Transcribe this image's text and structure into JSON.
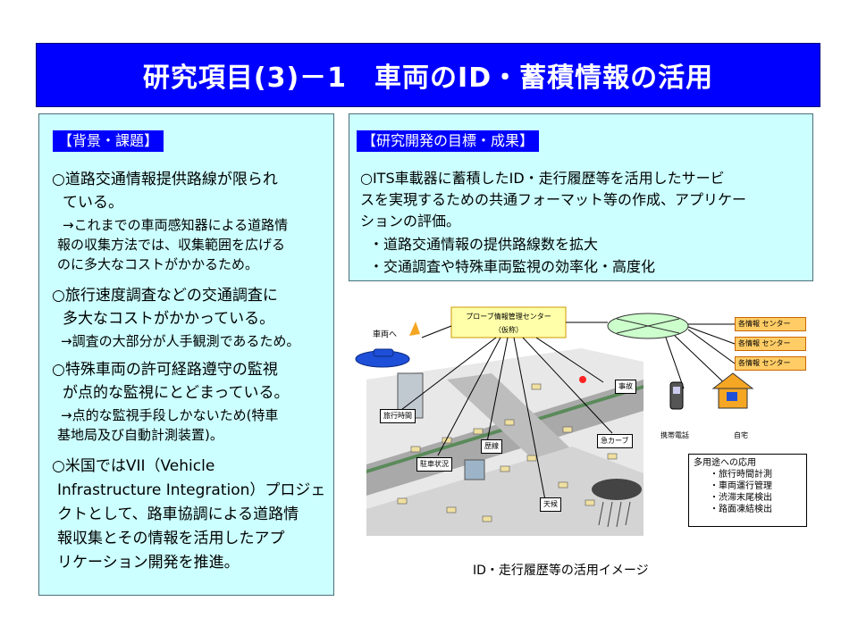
{
  "title": "研究項目(3)－1　車両のID・蓄積情報の活用",
  "left_panel": {
    "heading": "【背景・課題】",
    "lines": [
      "○道路交通情報提供路線が限られ",
      "ている。",
      "→これまでの車両感知器による道路情",
      "報の収集方法では、収集範囲を広げる",
      "のに多大なコストがかかるため。",
      "○旅行速度調査などの交通調査に",
      "多大なコストがかかっている。",
      "→調査の大部分が人手観測であるため。",
      "○特殊車両の許可経路遵守の監視",
      "が点的な監視にとどまっている。",
      "→点的な監視手段しかないため(特車",
      "基地局及び自動計測装置)。",
      "○米国ではVII（Vehicle",
      "Infrastructure Integration）プロジェ",
      "クトとして、路車協調による道路情",
      "報収集とその情報を活用したアプ",
      "リケーション開発を推進。"
    ]
  },
  "right_panel": {
    "heading": "【研究開発の目標・成果】",
    "lines": [
      "○ITS車載器に蓄積したID・走行履歴等を活用したサービ",
      "スを実現するための共通フォーマット等の作成、アプリケー",
      "ションの評価。",
      "・道路交通情報の提供路線数を拡大",
      "・交通調査や特殊車両監視の効率化・高度化"
    ]
  },
  "diagram": {
    "center_label_1": "プローブ情報管理センター",
    "center_label_2": "（仮称）",
    "vehicle_label": "車両へ",
    "info_centers": [
      "各情報 センター",
      "各情報 センター",
      "各情報 センター"
    ],
    "mobile_label": "携帯電話",
    "home_label": "自宅",
    "road_tags": [
      "旅行時間",
      "駐車状況",
      "歴線",
      "天候",
      "急カーブ",
      "事故"
    ],
    "uses": {
      "title": "多用途への応用",
      "items": [
        "・旅行時間計測",
        "・車両運行管理",
        "・渋滞末尾検出",
        "・路面凍結検出"
      ]
    },
    "caption": "ID・走行履歴等の活用イメージ"
  },
  "colors": {
    "title_bg": "#0000ff",
    "panel_bg": "#ccffff",
    "heading_bg": "#0000ff",
    "info_center_bg": "#ffcc66",
    "probe_center_bg": "#ffffaa"
  }
}
